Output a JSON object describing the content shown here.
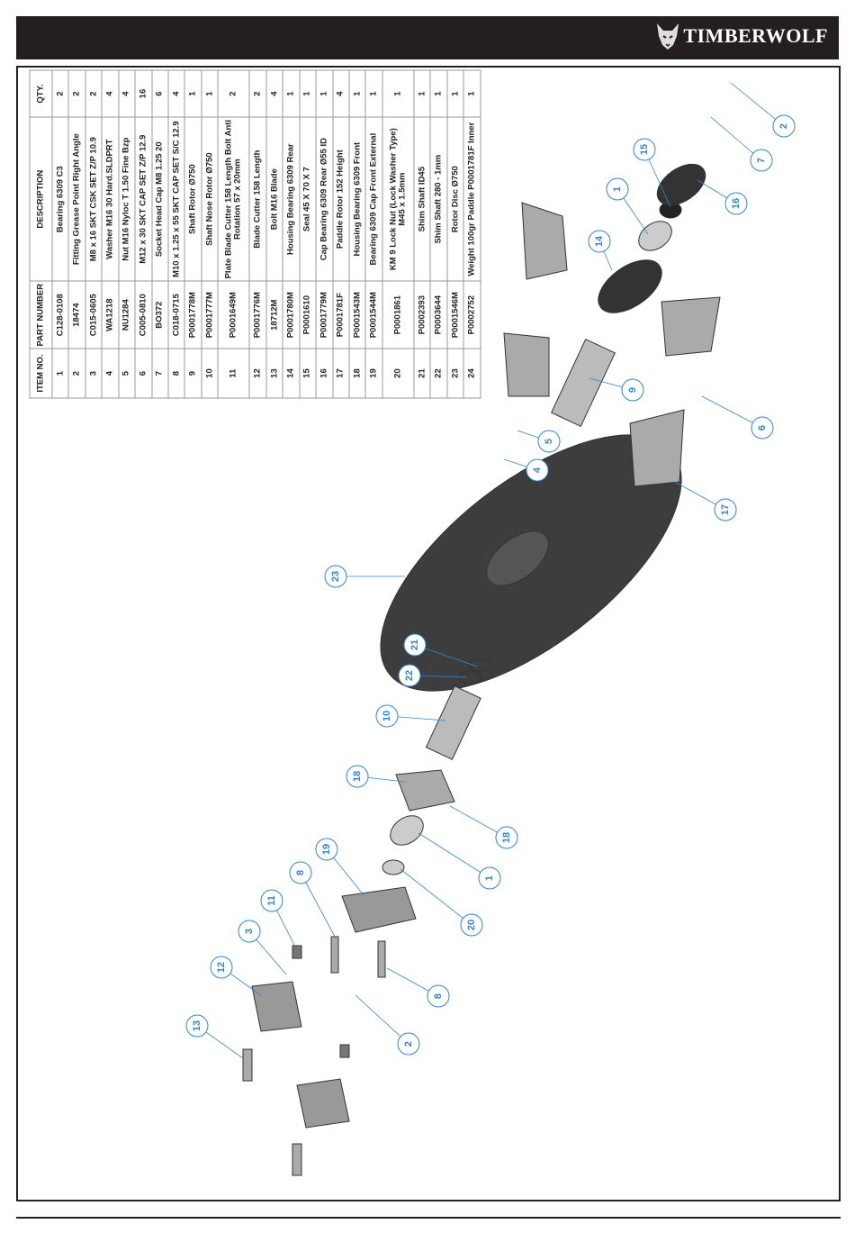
{
  "header": {
    "brand": "TIMBERWOLF"
  },
  "bom": {
    "columns": [
      "ITEM NO.",
      "PART NUMBER",
      "DESCRIPTION",
      "QTY."
    ],
    "rows": [
      [
        "1",
        "C128-0108",
        "Bearing 6309 C3",
        "2"
      ],
      [
        "2",
        "18474",
        "Fitting Grease Point Right Angle",
        "2"
      ],
      [
        "3",
        "C015-0605",
        "M8 x 16 SKT CSK SET Z/P 10.9",
        "2"
      ],
      [
        "4",
        "WA1218",
        "Washer M16 30 Hard.SLDPRT",
        "4"
      ],
      [
        "5",
        "NU1284",
        "Nut M16 Nyloc T 1.50 Fine Bzp",
        "4"
      ],
      [
        "6",
        "C005-0810",
        "M12 x 30 SKT CAP SET Z/P 12.9",
        "16"
      ],
      [
        "7",
        "BO372",
        "Socket Head Cap M8 1.25 20",
        "6"
      ],
      [
        "8",
        "C018-0715",
        "M10 x 1.25 x 55 SKT CAP SET S/C 12.9",
        "4"
      ],
      [
        "9",
        "P0001778M",
        "Shaft Rotor Ø750",
        "1"
      ],
      [
        "10",
        "P0001777M",
        "Shaft Nose Rotor Ø750",
        "1"
      ],
      [
        "11",
        "P0001649M",
        "Plate Blade Cutter 158 Length Bolt Anti Rotation 57 x 20mm",
        "2"
      ],
      [
        "12",
        "P0001776M",
        "Blade Cutter 158 Length",
        "2"
      ],
      [
        "13",
        "18712M",
        "Bolt M16 Blade",
        "4"
      ],
      [
        "14",
        "P0001780M",
        "Housing Bearing 6309 Rear",
        "1"
      ],
      [
        "15",
        "P0001610",
        "Seal 45 X 70 X 7",
        "1"
      ],
      [
        "16",
        "P0001779M",
        "Cap Bearing 6309 Rear Ø55 ID",
        "1"
      ],
      [
        "17",
        "P0001781F",
        "Paddle Rotor 152 Height",
        "4"
      ],
      [
        "18",
        "P0001543M",
        "Housing Bearing 6309 Front",
        "1"
      ],
      [
        "19",
        "P0001544M",
        "Bearing 6309 Cap Front External",
        "1"
      ],
      [
        "20",
        "P0001861",
        "KM 9 Lock Nut (Lock Washer Type) M45 x 1.5mm",
        "1"
      ],
      [
        "21",
        "P0002393",
        "Shim Shaft ID45",
        "1"
      ],
      [
        "22",
        "P0003644",
        "Shim Shaft 280 - 1mm",
        "1"
      ],
      [
        "23",
        "P0001546M",
        "Rotor Disc Ø750",
        "1"
      ],
      [
        "24",
        "P0002752",
        "Weight 100gr Paddle P0001781F Inner",
        "1"
      ]
    ]
  },
  "callouts": [
    "2",
    "7",
    "15",
    "16",
    "1",
    "14",
    "9",
    "5",
    "4",
    "6",
    "17",
    "23",
    "21",
    "22",
    "10",
    "18",
    "18",
    "1",
    "20",
    "19",
    "8",
    "11",
    "3",
    "12",
    "8",
    "2",
    "13"
  ],
  "colors": {
    "callout": "#2f86d6",
    "header_bg": "#231f20"
  }
}
